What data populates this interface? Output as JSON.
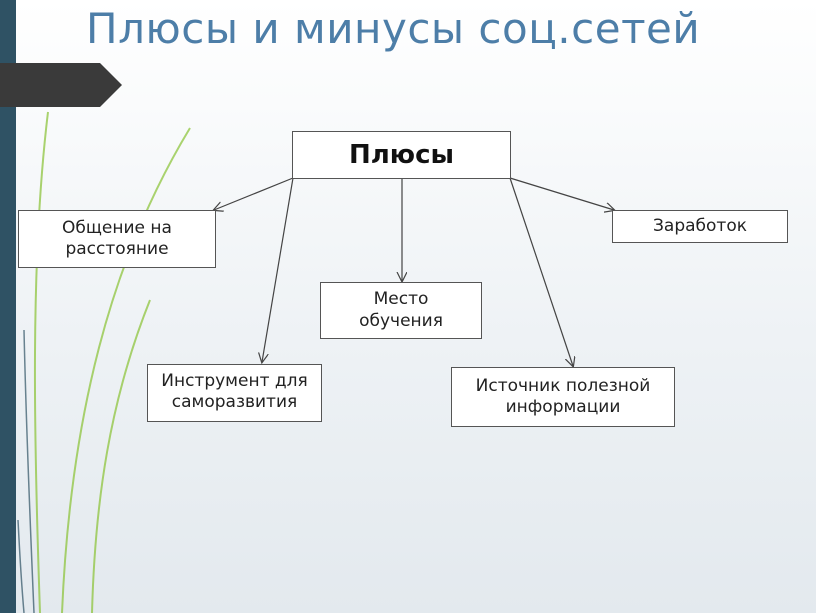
{
  "slide": {
    "title": "Плюсы и минусы соц.сетей"
  },
  "diagram": {
    "root": "Плюсы",
    "nodes": [
      {
        "id": "distance",
        "label": "Общение на расстояние"
      },
      {
        "id": "earning",
        "label": "Заработок"
      },
      {
        "id": "study",
        "label": "Место обучения"
      },
      {
        "id": "tool",
        "label": "Инструмент для саморазвития"
      },
      {
        "id": "info",
        "label": "Источник полезной информации"
      }
    ],
    "edges": [
      {
        "from": "root",
        "to": "distance"
      },
      {
        "from": "root",
        "to": "earning"
      },
      {
        "from": "root",
        "to": "study"
      },
      {
        "from": "root",
        "to": "tool"
      },
      {
        "from": "root",
        "to": "info"
      }
    ]
  },
  "colors": {
    "title": "#4d7ea8",
    "sidebar": "#2f5264",
    "accent_lines": "#8fc53f",
    "title_tab": "#3a3a3a"
  }
}
